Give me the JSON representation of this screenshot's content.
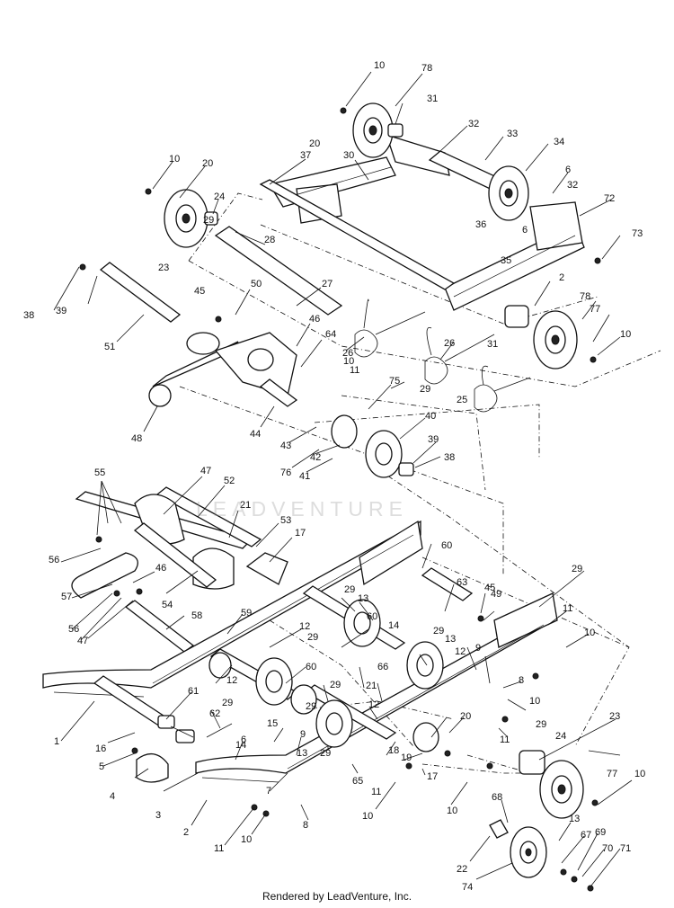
{
  "watermark": "LEADVENTURE",
  "credit": "Rendered by LeadVenture, Inc.",
  "callouts": {
    "c10a": "10",
    "c78a": "78",
    "c31a": "31",
    "c20a": "20",
    "c32a": "32",
    "c33": "33",
    "c34": "34",
    "c37": "37",
    "c30": "30",
    "c10b": "10",
    "c20b": "20",
    "c24a": "24",
    "c29a": "29",
    "c6a": "6",
    "c32b": "32",
    "c72": "72",
    "c36": "36",
    "c6b": "6",
    "c35": "35",
    "c73": "73",
    "c23a": "23",
    "c28": "28",
    "c27": "27",
    "c2a": "2",
    "c38a": "38",
    "c39a": "39",
    "c45a": "45",
    "c50": "50",
    "c78b": "78",
    "c77a": "77",
    "c10c": "10",
    "c51": "51",
    "c46a": "46",
    "c26a": "26",
    "c31b": "31",
    "c64": "64",
    "c26b": "26",
    "c10d": "10",
    "c11a": "11",
    "c75": "75",
    "c29b": "29",
    "c25": "25",
    "c44": "44",
    "c48": "48",
    "c40": "40",
    "c43": "43",
    "c39b": "39",
    "c42": "42",
    "c76": "76",
    "c41": "41",
    "c38b": "38",
    "c55": "55",
    "c47a": "47",
    "c52": "52",
    "c21a": "21",
    "c53": "53",
    "c17a": "17",
    "c56a": "56",
    "c46b": "46",
    "c60a": "60",
    "c29c": "29",
    "c57": "57",
    "c54": "54",
    "c56b": "56",
    "c47b": "47",
    "c58": "58",
    "c59": "59",
    "c63": "63",
    "c49": "49",
    "c45b": "45",
    "c29d": "29",
    "c13a": "13",
    "c60b": "60",
    "c14a": "14",
    "c11b": "11",
    "c12a": "12",
    "c29e": "29",
    "c13b": "13",
    "c12b": "12",
    "c9a": "9",
    "c10e": "10",
    "c29f": "29",
    "c60c": "60",
    "c12c": "12",
    "c66": "66",
    "c8a": "8",
    "c29g": "29",
    "c21b": "21",
    "c10f": "10",
    "c1": "1",
    "c61": "61",
    "c29h": "29",
    "c15": "15",
    "c29i": "29",
    "c12d": "12",
    "c11c": "11",
    "c29j": "29",
    "c20c": "20",
    "c23b": "23",
    "c16": "16",
    "c62": "62",
    "c14b": "14",
    "c9b": "9",
    "c13c": "13",
    "c29k": "29",
    "c18": "18",
    "c19": "19",
    "c24b": "24",
    "c6c": "6",
    "c5": "5",
    "c4": "4",
    "c7": "7",
    "c65": "65",
    "c17b": "17",
    "c11d": "11",
    "c10g": "10",
    "c77b": "77",
    "c10h": "10",
    "c3": "3",
    "c2b": "2",
    "c8b": "8",
    "c11e": "11",
    "c10i": "10",
    "c10j": "10",
    "c68": "68",
    "c13d": "13",
    "c22": "22",
    "c67": "67",
    "c69": "69",
    "c70": "70",
    "c71": "71",
    "c74": "74"
  }
}
